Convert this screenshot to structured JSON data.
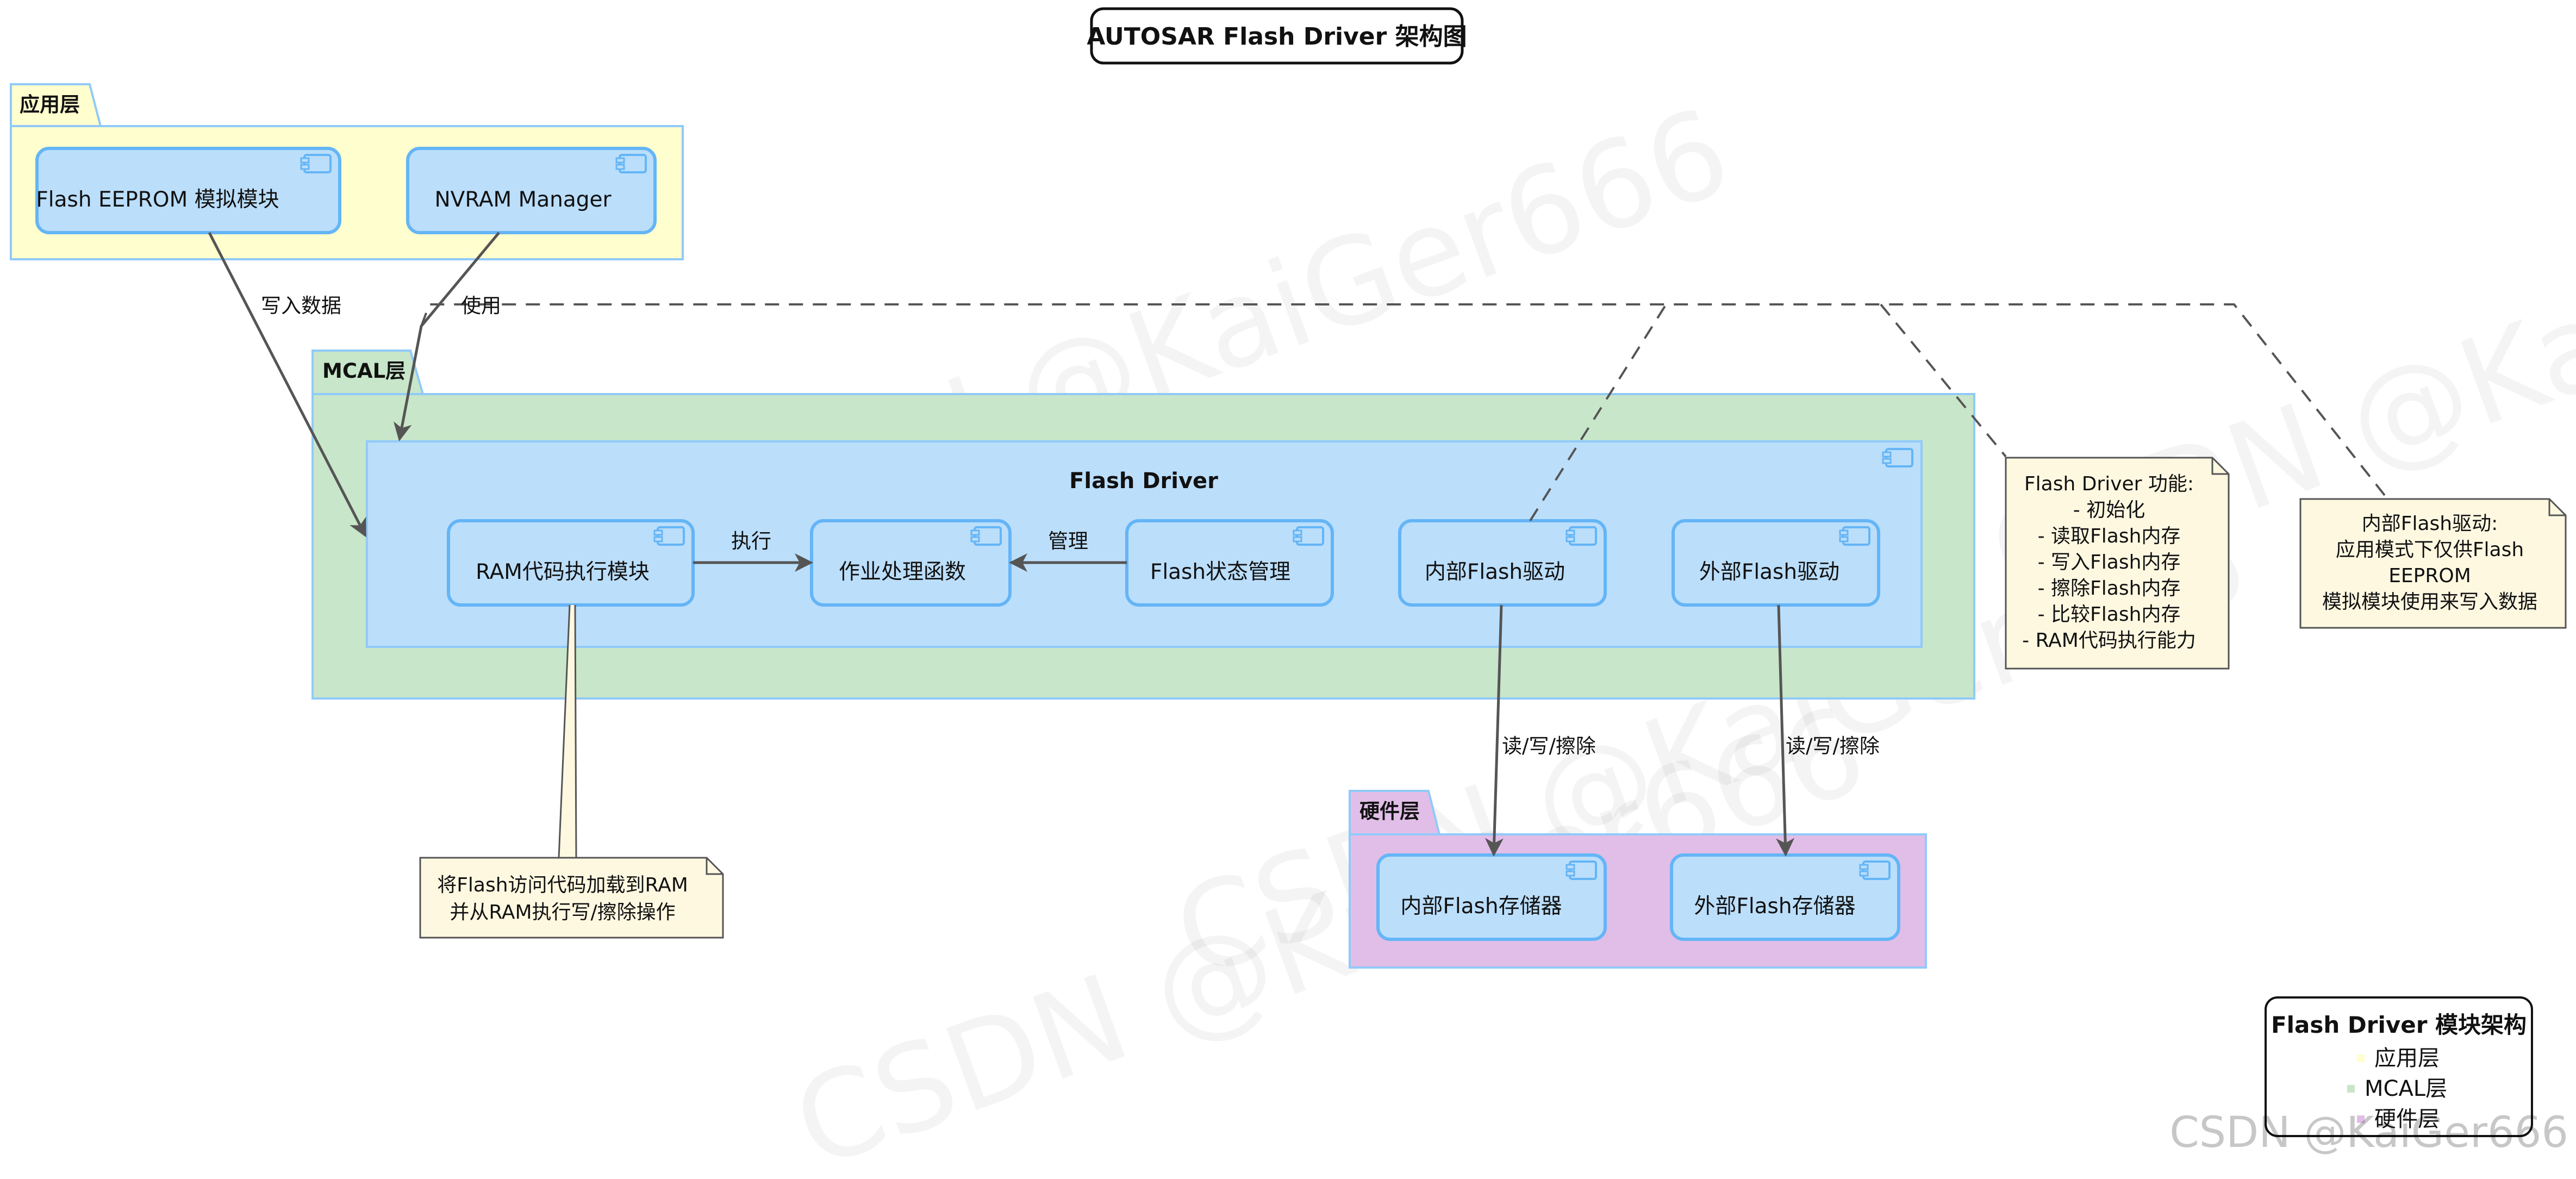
{
  "title": "AUTOSAR Flash Driver 架构图",
  "colors": {
    "app_layer": "#fefece",
    "mcal_layer": "#c8e6c9",
    "hw_layer": "#e1bee7",
    "component_fill": "#bbdefb",
    "component_border": "#64b5f6",
    "note_fill": "#fff8e1",
    "edge": "#555555"
  },
  "packages": {
    "app": {
      "label": "应用层"
    },
    "mcal": {
      "label": "MCAL层"
    },
    "hw": {
      "label": "硬件层"
    }
  },
  "components": {
    "flash_eeprom": "Flash EEPROM 模拟模块",
    "nvram_manager": "NVRAM Manager",
    "flash_driver": "Flash Driver",
    "ram_exec": "RAM代码执行模块",
    "job_processing": "作业处理函数",
    "flash_status": "Flash状态管理",
    "internal_driver": "内部Flash驱动",
    "external_driver": "外部Flash驱动",
    "internal_storage": "内部Flash存储器",
    "external_storage": "外部Flash存储器"
  },
  "edges": {
    "write_data": "写入数据",
    "use": "使用",
    "execute": "执行",
    "manage": "管理",
    "rw_erase_internal": "读/写/擦除",
    "rw_erase_external": "读/写/擦除"
  },
  "notes": {
    "functions": [
      "Flash Driver 功能:",
      "- 初始化",
      "- 读取Flash内存",
      "- 写入Flash内存",
      "- 擦除Flash内存",
      "- 比较Flash内存",
      "- RAM代码执行能力"
    ],
    "internal_driver_note": [
      "内部Flash驱动:",
      "应用模式下仅供Flash",
      "EEPROM",
      "模拟模块使用来写入数据"
    ],
    "ram_note": [
      "将Flash访问代码加载到RAM",
      "并从RAM执行写/擦除操作"
    ]
  },
  "legend": {
    "title": "Flash Driver 模块架构",
    "items": [
      "应用层",
      "MCAL层",
      "硬件层"
    ]
  },
  "watermark": "CSDN @KaiGer666",
  "icons": {
    "component": "component-icon",
    "arrow": "arrow-head-icon"
  }
}
